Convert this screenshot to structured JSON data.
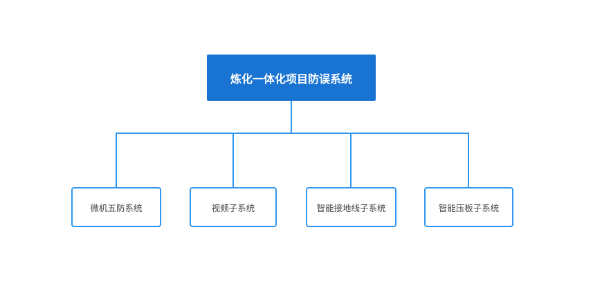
{
  "diagram": {
    "root": {
      "label": "炼化一体化项目防误系统"
    },
    "children": [
      {
        "label": "微机五防系统"
      },
      {
        "label": "视频子系统"
      },
      {
        "label": "智能接地线子系统"
      },
      {
        "label": "智能压板子系统"
      }
    ]
  },
  "colors": {
    "background": "#ffffff",
    "root_fill": "#1873d2",
    "root_text": "#ffffff",
    "line": "#2e96f0",
    "child_border": "#2e96f0",
    "child_fill": "#ffffff",
    "child_text": "#444444"
  }
}
